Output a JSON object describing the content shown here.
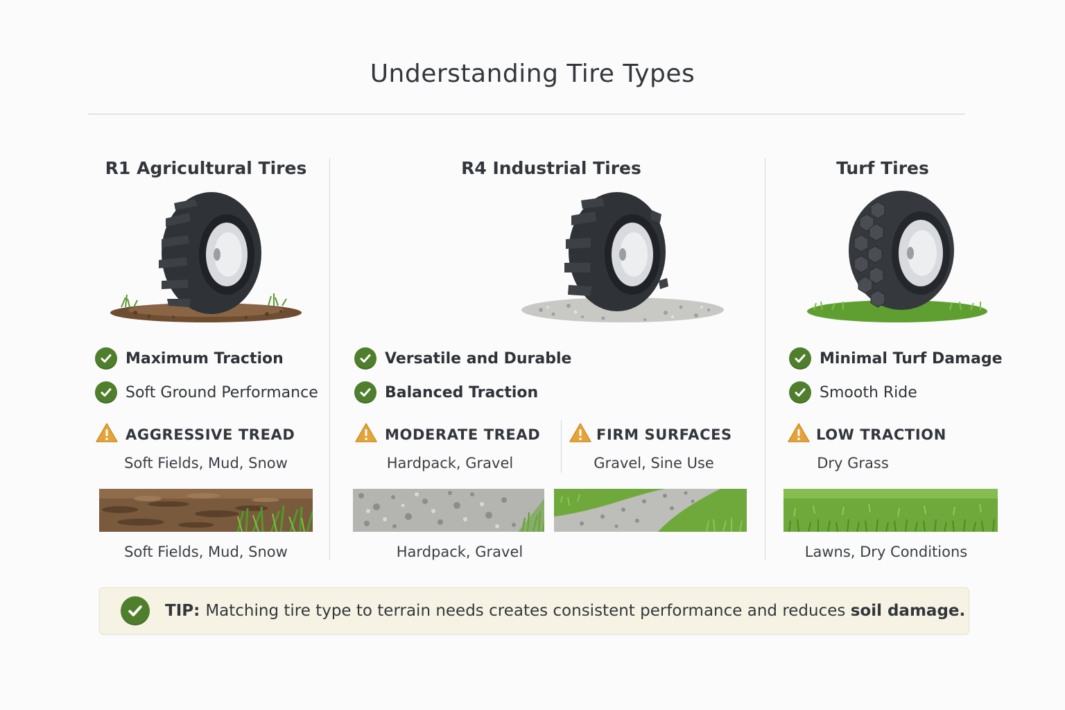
{
  "title": "Understanding Tire Types",
  "columns": [
    {
      "name": "R1 Agricultural Tires",
      "features": [
        "Maximum Traction",
        "Soft Ground Performance"
      ],
      "warnings": [
        {
          "label": "AGGRESSIVE TREAD",
          "detail": "Soft Fields, Mud, Snow"
        }
      ],
      "terrain_caption": "Soft Fields, Mud, Snow",
      "ground": "soil"
    },
    {
      "name": "R4 Industrial Tires",
      "features": [
        "Versatile and Durable",
        "Balanced Traction"
      ],
      "warnings": [
        {
          "label": "MODERATE TREAD",
          "detail": "Hardpack, Gravel"
        },
        {
          "label": "FIRM SURFACES",
          "detail": "Gravel, Sine Use"
        }
      ],
      "terrain_caption": "Hardpack, Gravel",
      "ground": "gravel"
    },
    {
      "name": "Turf Tires",
      "features": [
        "Minimal Turf Damage",
        "Smooth Ride"
      ],
      "warnings": [
        {
          "label": "LOW TRACTION",
          "detail": "Dry Grass"
        }
      ],
      "terrain_caption": "Lawns, Dry Conditions",
      "ground": "grass"
    }
  ],
  "tip": {
    "label": "TIP:",
    "text_before": "Matching tire type to terrain needs creates consistent performance and reduces",
    "emphasis": "soil damage."
  },
  "icons": {
    "feature": "check-circle-icon",
    "warning": "warning-triangle-icon",
    "tire": "tire-icon"
  },
  "colors": {
    "check": "#4f7f2c",
    "warning": "#e3a43a",
    "tip_background": "#f7f3e4",
    "soil": "#7a5a3c",
    "gravel": "#a9a9a6",
    "grass": "#6fa93b"
  }
}
